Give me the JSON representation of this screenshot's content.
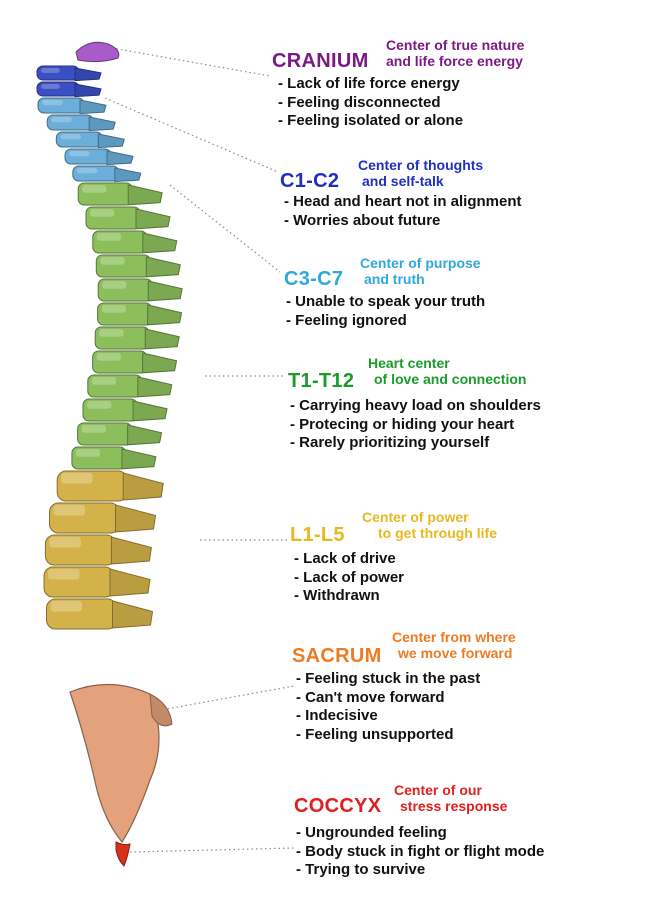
{
  "sections": [
    {
      "title": "CRANIUM",
      "subtitle": [
        "Center of true nature",
        "and life force energy"
      ],
      "color": "#7b1a86",
      "items": [
        "- Lack of life force energy",
        "- Feeling disconnected",
        "- Feeling isolated or alone"
      ]
    },
    {
      "title": "C1-C2",
      "subtitle": [
        "Center of thoughts",
        "and self-talk"
      ],
      "color": "#1f2fc0",
      "items": [
        "- Head and heart not in alignment",
        "- Worries about future"
      ]
    },
    {
      "title": "C3-C7",
      "subtitle": [
        "Center of purpose",
        "and truth"
      ],
      "color": "#2fa8dc",
      "items": [
        "- Unable to speak your truth",
        "- Feeling ignored"
      ]
    },
    {
      "title": "T1-T12",
      "subtitle": [
        "Heart center",
        "of love and connection"
      ],
      "color": "#1c9a2c",
      "items": [
        "- Carrying heavy load on shoulders",
        "- Protecing or hiding your heart",
        "- Rarely prioritizing yourself"
      ]
    },
    {
      "title": "L1-L5",
      "subtitle": [
        "Center of power",
        "to get through life"
      ],
      "color": "#e8b820",
      "items": [
        "- Lack of drive",
        "- Lack of power",
        "- Withdrawn"
      ]
    },
    {
      "title": "SACRUM",
      "subtitle": [
        "Center from where",
        "we move forward"
      ],
      "color": "#ee7a22",
      "items": [
        "- Feeling stuck in the past",
        "- Can't move forward",
        "- Indecisive",
        "- Feeling unsupported"
      ]
    },
    {
      "title": "COCCYX",
      "subtitle": [
        "Center of our",
        "stress response"
      ],
      "color": "#e02020",
      "items": [
        "- Ungrounded feeling",
        "- Body stuck in fight or flight mode",
        "- Trying to survive"
      ]
    }
  ],
  "spine_colors": {
    "skull": "#a95cc9",
    "upper_cervical": "#3a4fc4",
    "lower_cervical": "#6aaed9",
    "thoracic": "#8cbf5c",
    "lumbar": "#d4b24a",
    "sacrum": "#e3a27c",
    "coccyx": "#d8321e"
  }
}
